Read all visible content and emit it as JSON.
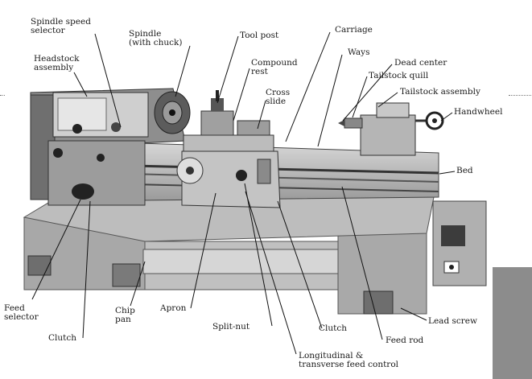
{
  "labels": {
    "spindle_speed_selector": [
      "Spindle speed",
      "selector"
    ],
    "spindle": [
      "Spindle",
      "(with chuck)"
    ],
    "tool_post": "Tool post",
    "carriage": "Carriage",
    "headstock_assembly": [
      "Headstock",
      "assembly"
    ],
    "compound_rest": [
      "Compound",
      "rest"
    ],
    "ways": "Ways",
    "dead_center": "Dead center",
    "tailstock_quill": "Tailstock quill",
    "tailstock_assembly": "Tailstock assembly",
    "cross_slide": [
      "Cross",
      "slide"
    ],
    "handwheel": "Handwheel",
    "bed": "Bed",
    "feed_selector": [
      "Feed",
      "selector"
    ],
    "chip_pan": [
      "Chip",
      "pan"
    ],
    "apron": "Apron",
    "lead_screw": "Lead screw",
    "clutch_left": "Clutch",
    "split_nut": "Split-nut",
    "clutch_right": "Clutch",
    "feed_rod": "Feed rod",
    "long_feed_control": [
      "Longitudinal &",
      "transverse feed control"
    ]
  }
}
